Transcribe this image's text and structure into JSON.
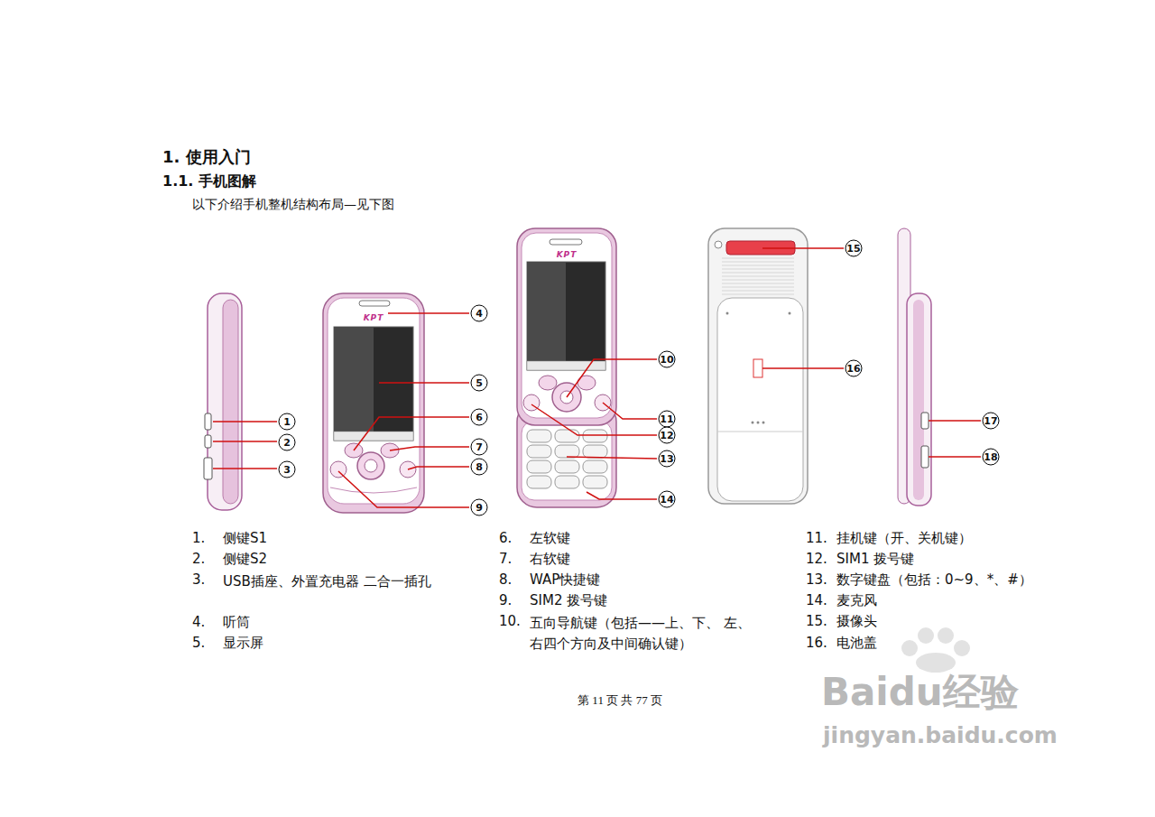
{
  "diagram": {
    "title": "1. 使用入门",
    "labels": [
      "1.1. 手机图解",
      "以下介绍手机整机结构布局—见下图",
      "KPT",
      "KPT",
      "1",
      "2",
      "3",
      "4",
      "5",
      "6",
      "7",
      "8",
      "9",
      "10",
      "11",
      "12",
      "13",
      "14",
      "15",
      "16",
      "17",
      "18",
      "1.",
      "侧键S1",
      "2.",
      "侧键S2",
      "3.",
      "USB插座、外置充电器 二合一插孔",
      "4.",
      "听筒",
      "5.",
      "显示屏",
      "6.",
      "左软键",
      "7.",
      "右软键",
      "8.",
      "WAP快捷键",
      "9.",
      "SIM2 拨号键",
      "10.",
      "五向导航键（包括——上、下、 左、右四个方向及中间确认键）",
      "11.",
      "挂机键（开、关机键）",
      "12.",
      "SIM1 拨号键",
      "13.",
      "数字键盘（包括：0~9、*、#）",
      "14.",
      "麦克风",
      "15.",
      "摄像头",
      "16.",
      "电池盖",
      "第 11 页 共 77 页",
      "Baidu经验",
      "jingyan.baidu.com"
    ]
  }
}
